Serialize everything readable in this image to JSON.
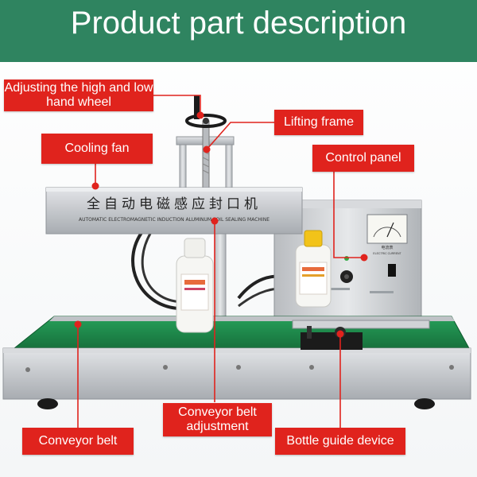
{
  "header": {
    "title": "Product part description",
    "background": "#2f8460"
  },
  "machine": {
    "head_title_cn": "全自动电磁感应封口机",
    "head_subtitle_en": "AUTOMATIC ELECTROMAGNETIC INDUCTION ALUMINUM FOIL SEALING MACHINE",
    "meter_label": "电流表",
    "meter_sub": "ELECTRIC CURRENT"
  },
  "callouts": {
    "hand_wheel": "Adjusting the high and low hand wheel",
    "lifting_frame": "Lifting frame",
    "cooling_fan": "Cooling fan",
    "control_panel": "Control panel",
    "belt_adjustment": "Conveyor belt adjustment",
    "conveyor_belt": "Conveyor belt",
    "bottle_guide": "Bottle guide device"
  },
  "colors": {
    "callout": "#e0231d",
    "belt": "#1f8a4c",
    "steel": "#c9ccd0"
  }
}
